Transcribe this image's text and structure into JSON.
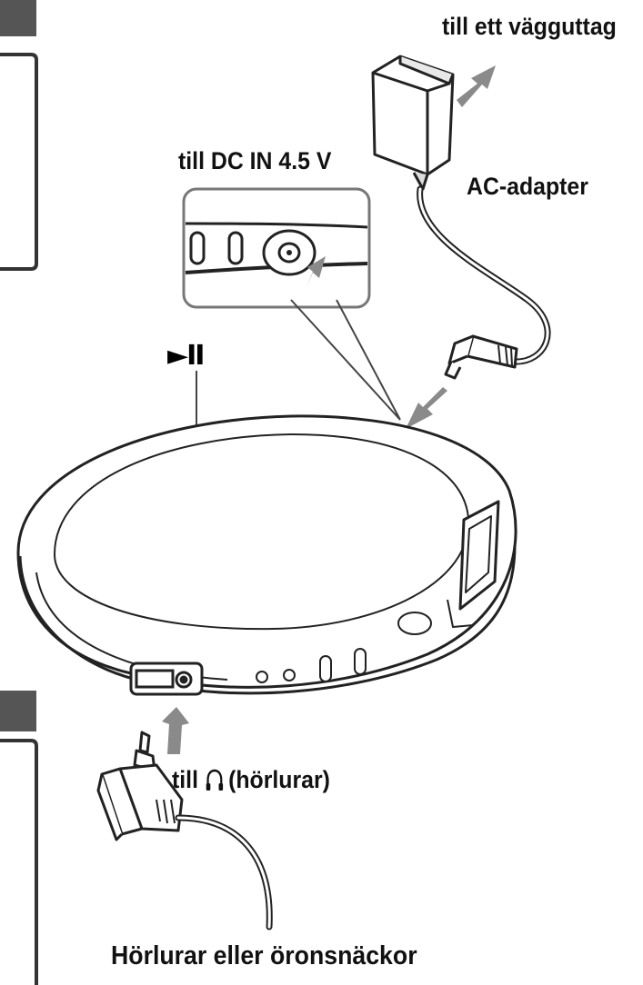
{
  "labels": {
    "wall_outlet": "till ett vägguttag",
    "dc_in": "till DC IN 4.5 V",
    "ac_adapter": "AC-adapter",
    "play_pause_symbol": "►II",
    "headphones_prefix": "till",
    "headphones_suffix": "(hörlurar)",
    "headphones_earphones": "Hörlurar eller öronsnäckor"
  },
  "icons": [
    "headphones-icon",
    "play-pause-icon",
    "arrow-icon"
  ],
  "colors": {
    "line": "#222222",
    "arrow_gray": "#8a8a8a",
    "panel_gray": "#d9d9d9",
    "background": "#ffffff"
  }
}
